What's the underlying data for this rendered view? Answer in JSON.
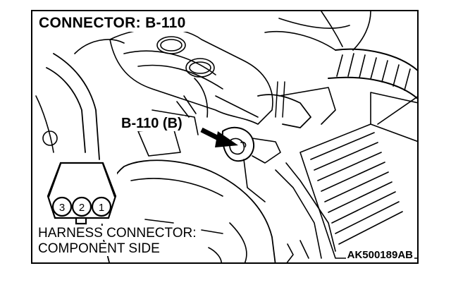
{
  "title": "CONNECTOR: B-110",
  "callout_label": "B-110 (B)",
  "connector": {
    "pins": [
      "3",
      "2",
      "1"
    ]
  },
  "caption": {
    "line1": "HARNESS CONNECTOR:",
    "line2": "COMPONENT SIDE"
  },
  "figure_code": "AK500189AB",
  "colors": {
    "ink": "#000000",
    "paper": "#ffffff"
  }
}
